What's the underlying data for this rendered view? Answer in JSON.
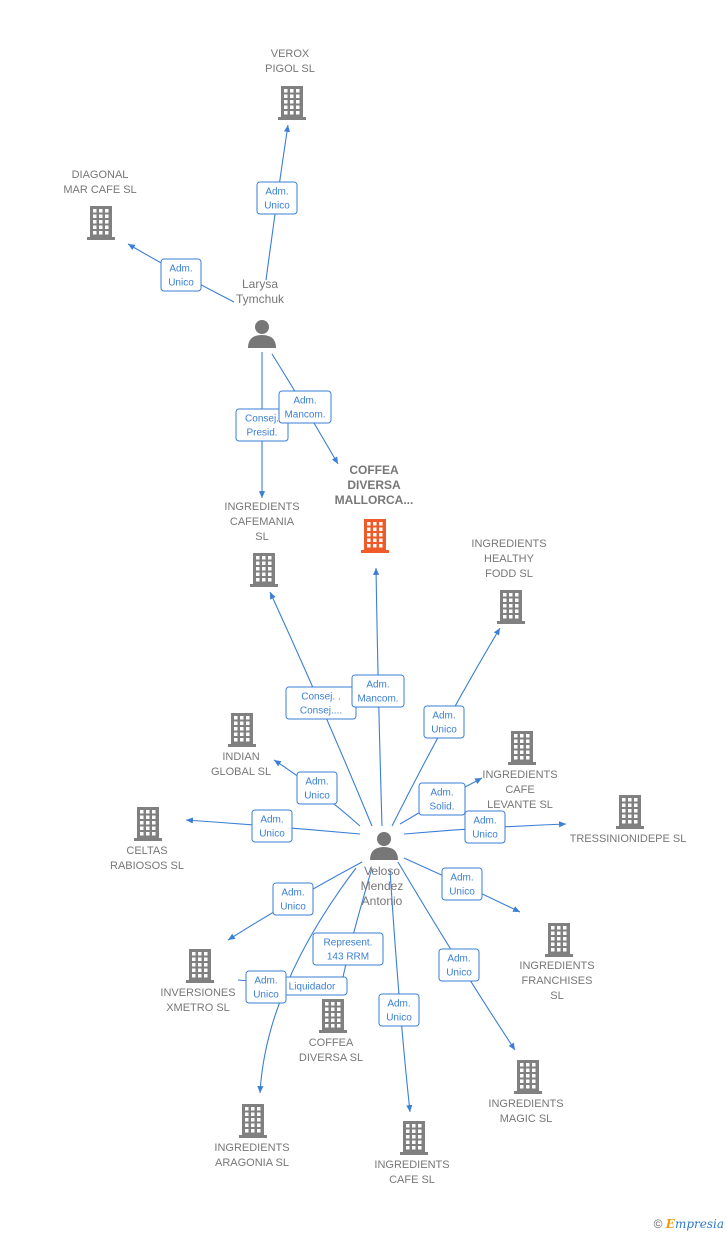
{
  "colors": {
    "edge": "#3a7fd5",
    "company": "#808080",
    "focus": "#f05a28",
    "person": "#777777"
  },
  "footer": {
    "copyright": "©",
    "brand_e": "E",
    "brand_rest": "mpresia"
  },
  "nodes": [
    {
      "id": "verox",
      "kind": "company",
      "lines": [
        "VEROX",
        "PIGOL  SL"
      ]
    },
    {
      "id": "diagonal",
      "kind": "company",
      "lines": [
        "DIAGONAL",
        "MAR CAFE  SL"
      ]
    },
    {
      "id": "larysa",
      "kind": "person",
      "lines": [
        "Larysa",
        "Tymchuk"
      ]
    },
    {
      "id": "coffea_mallorca",
      "kind": "focus",
      "lines": [
        "COFFEA",
        "DIVERSA",
        "MALLORCA..."
      ]
    },
    {
      "id": "cafemania",
      "kind": "company",
      "lines": [
        "INGREDIENTS",
        "CAFEMANIA",
        "SL"
      ]
    },
    {
      "id": "healthy",
      "kind": "company",
      "lines": [
        "INGREDIENTS",
        "HEALTHY",
        "FODD  SL"
      ]
    },
    {
      "id": "indian",
      "kind": "company",
      "lines": [
        "INDIAN",
        "GLOBAL  SL"
      ]
    },
    {
      "id": "cafe_levante",
      "kind": "company",
      "lines": [
        "INGREDIENTS",
        "CAFE",
        "LEVANTE SL"
      ]
    },
    {
      "id": "tressini",
      "kind": "company",
      "lines": [
        "TRESSINIONIDEPE SL"
      ]
    },
    {
      "id": "celtas",
      "kind": "company",
      "lines": [
        "CELTAS",
        "RABIOSOS  SL"
      ]
    },
    {
      "id": "veloso",
      "kind": "person",
      "lines": [
        "Veloso",
        "Mendez",
        "Antonio"
      ]
    },
    {
      "id": "franchises",
      "kind": "company",
      "lines": [
        "INGREDIENTS",
        "FRANCHISES",
        "SL"
      ]
    },
    {
      "id": "xmetro",
      "kind": "company",
      "lines": [
        "INVERSIONES",
        "XMETRO SL"
      ]
    },
    {
      "id": "coffea_sl",
      "kind": "company",
      "lines": [
        "COFFEA",
        "DIVERSA  SL"
      ]
    },
    {
      "id": "magic",
      "kind": "company",
      "lines": [
        "INGREDIENTS",
        "MAGIC SL"
      ]
    },
    {
      "id": "aragonia",
      "kind": "company",
      "lines": [
        "INGREDIENTS",
        "ARAGONIA SL"
      ]
    },
    {
      "id": "cafe_sl",
      "kind": "company",
      "lines": [
        "INGREDIENTS",
        "CAFE SL"
      ]
    }
  ],
  "edges": [
    {
      "from": "larysa",
      "to": "verox",
      "label": [
        "Adm.",
        "Unico"
      ]
    },
    {
      "from": "larysa",
      "to": "diagonal",
      "label": [
        "Adm.",
        "Unico"
      ]
    },
    {
      "from": "larysa",
      "to": "cafemania",
      "label": [
        "Consej.",
        "Presid."
      ]
    },
    {
      "from": "larysa",
      "to": "coffea_mallorca",
      "label": [
        "Adm.",
        "Mancom."
      ]
    },
    {
      "from": "veloso",
      "to": "cafemania",
      "label": [
        "Consej. .",
        "Consej...."
      ]
    },
    {
      "from": "veloso",
      "to": "coffea_mallorca",
      "label": [
        "Adm.",
        "Mancom."
      ]
    },
    {
      "from": "veloso",
      "to": "healthy",
      "label": [
        "Adm.",
        "Unico"
      ]
    },
    {
      "from": "veloso",
      "to": "indian",
      "label": [
        "Adm.",
        "Unico"
      ]
    },
    {
      "from": "veloso",
      "to": "cafe_levante",
      "label": [
        "Adm.",
        "Solid."
      ]
    },
    {
      "from": "veloso",
      "to": "tressini",
      "label": [
        "Adm.",
        "Unico"
      ]
    },
    {
      "from": "veloso",
      "to": "celtas",
      "label": [
        "Adm.",
        "Unico"
      ]
    },
    {
      "from": "veloso",
      "to": "franchises",
      "label": [
        "Adm.",
        "Unico"
      ]
    },
    {
      "from": "veloso",
      "to": "xmetro",
      "label": [
        "Adm.",
        "Unico"
      ]
    },
    {
      "from": "veloso",
      "to": "coffea_sl",
      "label": [
        "Represent.",
        "143 RRM"
      ]
    },
    {
      "from": "veloso",
      "to": "coffea_sl",
      "label": [
        "Liquidador"
      ]
    },
    {
      "from": "veloso",
      "to": "magic",
      "label": [
        "Adm.",
        "Unico"
      ]
    },
    {
      "from": "veloso",
      "to": "aragonia",
      "label": [
        "Adm.",
        "Unico"
      ]
    },
    {
      "from": "veloso",
      "to": "cafe_sl",
      "label": [
        "Adm.",
        "Unico"
      ]
    }
  ]
}
